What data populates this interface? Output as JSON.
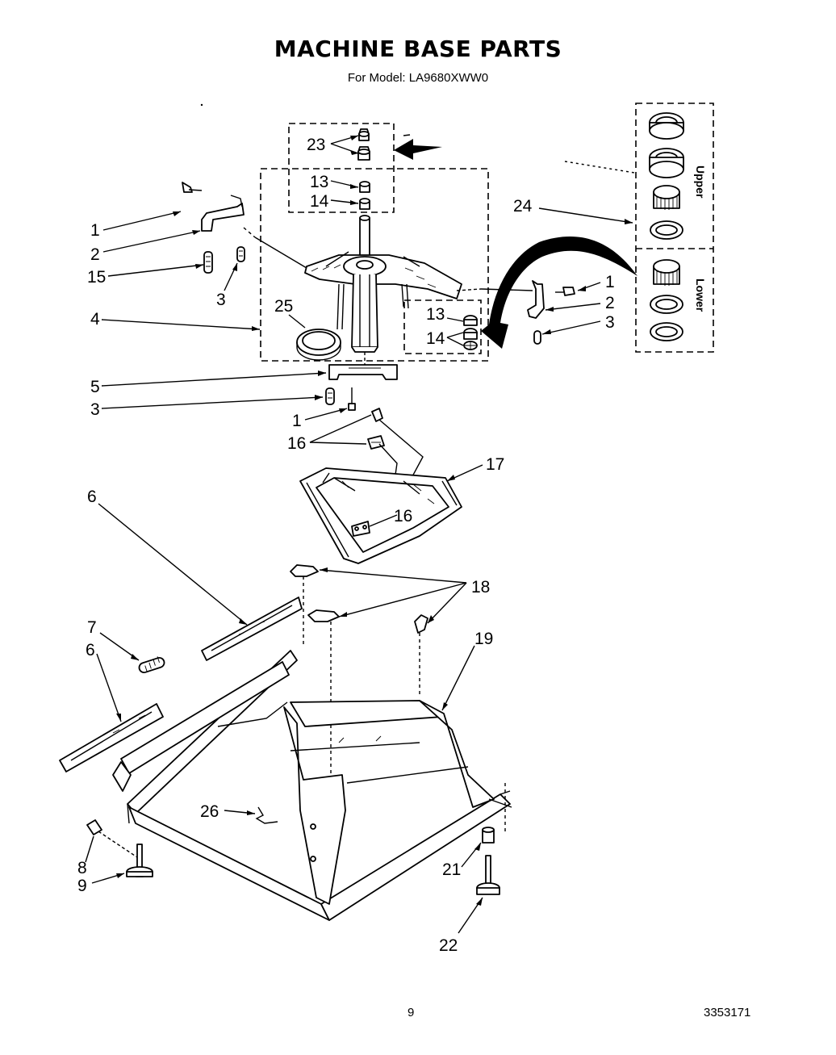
{
  "title": "MACHINE BASE PARTS",
  "subtitle": "For Model: LA9680XWW0",
  "page_number": "9",
  "doc_number": "3353171",
  "bearing_groups": {
    "upper": "Upper",
    "lower": "Lower"
  },
  "callouts": {
    "c23": "23",
    "c13a": "13",
    "c14a": "14",
    "c24": "24",
    "c1a": "1",
    "c2a": "2",
    "c15": "15",
    "c3a": "3",
    "c4": "4",
    "c25": "25",
    "c13b": "13",
    "c14b": "14",
    "c1b": "1",
    "c2b": "2",
    "c3b": "3",
    "c5": "5",
    "c3c": "3",
    "c1c": "1",
    "c16a": "16",
    "c17": "17",
    "c16b": "16",
    "c6a": "6",
    "c18": "18",
    "c7": "7",
    "c6b": "6",
    "c19": "19",
    "c26": "26",
    "c8": "8",
    "c9": "9",
    "c21": "21",
    "c22": "22"
  }
}
